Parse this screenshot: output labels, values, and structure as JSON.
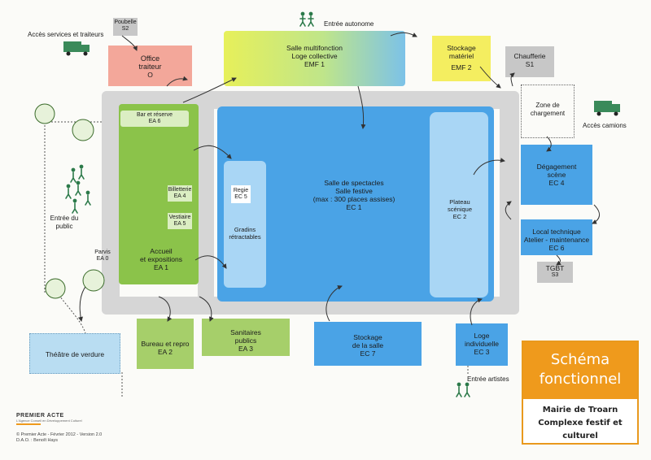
{
  "rooms": {
    "poubelle": {
      "name": "Poubelle",
      "code": "S2"
    },
    "office": {
      "name": "Office\ntraiteur",
      "code": "O"
    },
    "salle_multi": {
      "name": "Salle multifonction\nLoge collective",
      "code": "EMF 1"
    },
    "stockage_materiel": {
      "name": "Stockage\nmatériel",
      "code": "EMF 2"
    },
    "chaufferie": {
      "name": "Chaufferie",
      "code": "S1"
    },
    "bar": {
      "name": "Bar et réserve",
      "code": "EA 6"
    },
    "billetterie": {
      "name": "Billetterie",
      "code": "EA 4"
    },
    "vestiaire": {
      "name": "Vestiaire",
      "code": "EA 5"
    },
    "accueil": {
      "name": "Accueil\net expositions",
      "code": "EA 1"
    },
    "regie": {
      "name": "Regie",
      "code": "EC 5"
    },
    "gradins": {
      "name": "Gradins\nrétractables"
    },
    "salle_spectacles": {
      "name": "Salle de spectacles\nSalle festive\n(max : 300 places assises)",
      "code": "EC 1"
    },
    "plateau": {
      "name": "Plateau\nscénique",
      "code": "EC 2"
    },
    "degagement": {
      "name": "Dégagement\nscène",
      "code": "EC 4"
    },
    "local_technique": {
      "name": "Local technique\nAtelier - maintenance",
      "code": "EC 6"
    },
    "tgbt": {
      "name": "TGBT",
      "code": "S3"
    },
    "bureau": {
      "name": "Bureau et repro",
      "code": "EA 2"
    },
    "sanitaires": {
      "name": "Sanitaires\npublics",
      "code": "EA 3"
    },
    "stockage_salle": {
      "name": "Stockage\nde la salle",
      "code": "EC 7"
    },
    "loge_indiv": {
      "name": "Loge\nindividuelle",
      "code": "EC 3"
    },
    "theatre": {
      "name": "Théâtre de verdure"
    },
    "parvis": {
      "name": "Parvis",
      "code": "EA 0"
    },
    "zone_chargement": {
      "name": "Zone de\nchargement"
    }
  },
  "labels": {
    "acces_services": "Accès services et traiteurs",
    "entree_autonome": "Entrée autonome",
    "acces_camions": "Accès camions",
    "entree_public": "Entrée du\npublic",
    "entree_artistes": "Entrée artistes"
  },
  "title": {
    "heading": "Schéma\nfonctionnel",
    "line1": "Mairie de Troarn",
    "line2": "Complexe festif et culturel"
  },
  "footer": {
    "logo": "PREMIER ACTE",
    "logo_tagline": "L'Agence Conseil en Développement Culturel",
    "copyright": "© Premier Acte - Février 2012 - Version 2.0",
    "dao": "D.A.O. : Benoît Hays"
  },
  "colors": {
    "green": "#8bc34a",
    "blue": "#4aa3e6",
    "light_blue": "#a9d6f5",
    "orange": "#ef9a1c",
    "pink": "#f3a79a",
    "yellow": "#f4ee60",
    "gray": "#c7c7c7"
  }
}
